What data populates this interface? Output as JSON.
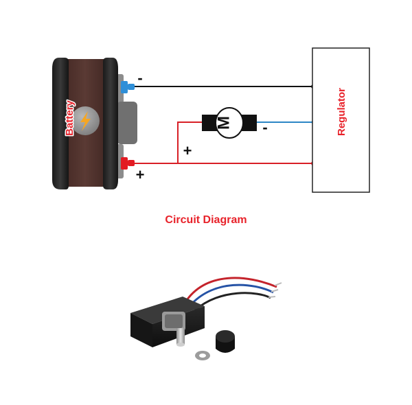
{
  "diagram": {
    "caption": "Circuit Diagram",
    "battery": {
      "label": "Battery",
      "negative_sign": "-",
      "positive_sign": "+"
    },
    "motor": {
      "label": "M",
      "negative_sign": "-",
      "positive_sign": "+"
    },
    "regulator": {
      "label": "Regulator"
    }
  },
  "colors": {
    "caption": "#e8222a",
    "battery_label": "#e8222a",
    "regulator_label": "#e8222a",
    "battery_body": "#4a2d28",
    "wire_negative": "#111111",
    "wire_positive": "#d81f26",
    "wire_motor_negative": "#2b86c5",
    "terminal_negative": "#2f8fd8",
    "terminal_positive": "#e31b23",
    "bolt": "#f5a623"
  },
  "icons": [
    "lightning-bolt-icon",
    "motor-symbol-icon"
  ]
}
